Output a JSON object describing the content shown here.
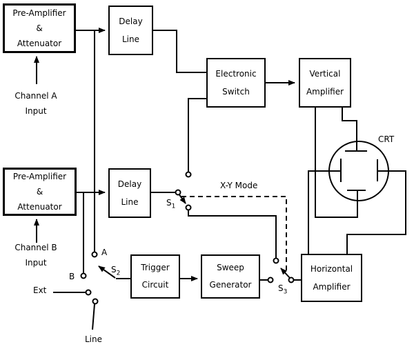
{
  "colors": {
    "wire": "#000000",
    "box_border": "#000000",
    "box_fill": "#ffffff",
    "background": "#ffffff",
    "text": "#000000"
  },
  "blocks": {
    "preamp_a": {
      "label": "Pre-Amplifier\n&\nAttenuator"
    },
    "delay_a": {
      "label": "Delay\nLine"
    },
    "electronic_switch": {
      "label": "Electronic\nSwitch"
    },
    "vertical_amp": {
      "label": "Vertical\nAmplifier"
    },
    "preamp_b": {
      "label": "Pre-Amplifier\n&\nAttenuator"
    },
    "delay_b": {
      "label": "Delay\nLine"
    },
    "trigger": {
      "label": "Trigger\nCircuit"
    },
    "sweep": {
      "label": "Sweep\nGenerator"
    },
    "horizontal_amp": {
      "label": "Horizontal\nAmplifier"
    }
  },
  "labels": {
    "channel_a_input": "Channel A\nInput",
    "channel_b_input": "Channel B\nInput",
    "crt": "CRT",
    "xy_mode": "X-Y Mode",
    "trigger_source_a": "A",
    "trigger_source_b": "B",
    "trigger_source_ext": "Ext",
    "trigger_source_line": "Line"
  },
  "switches": {
    "s1": {
      "base": "S",
      "sub": "1"
    },
    "s2": {
      "base": "S",
      "sub": "2"
    },
    "s3": {
      "base": "S",
      "sub": "3"
    }
  }
}
